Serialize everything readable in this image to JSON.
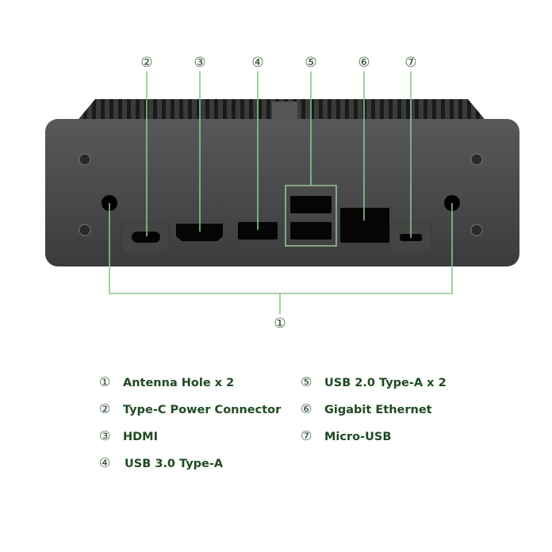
{
  "callouts": [
    "①",
    "②",
    "③",
    "④",
    "⑤",
    "⑥",
    "⑦"
  ],
  "legend": [
    {
      "num": "①",
      "label": "Antenna Hole x 2"
    },
    {
      "num": "②",
      "label": "Type-C Power Connector"
    },
    {
      "num": "③",
      "label": "HDMI"
    },
    {
      "num": "④",
      "label": "USB 3.0 Type-A"
    },
    {
      "num": "⑤",
      "label": "USB 2.0 Type-A x 2"
    },
    {
      "num": "⑥",
      "label": "Gigabit Ethernet"
    },
    {
      "num": "⑦",
      "label": "Micro-USB"
    }
  ],
  "colors": {
    "text": "#1f4a22",
    "callout_line": "#8fc28f",
    "body": "#4a4a4c"
  }
}
